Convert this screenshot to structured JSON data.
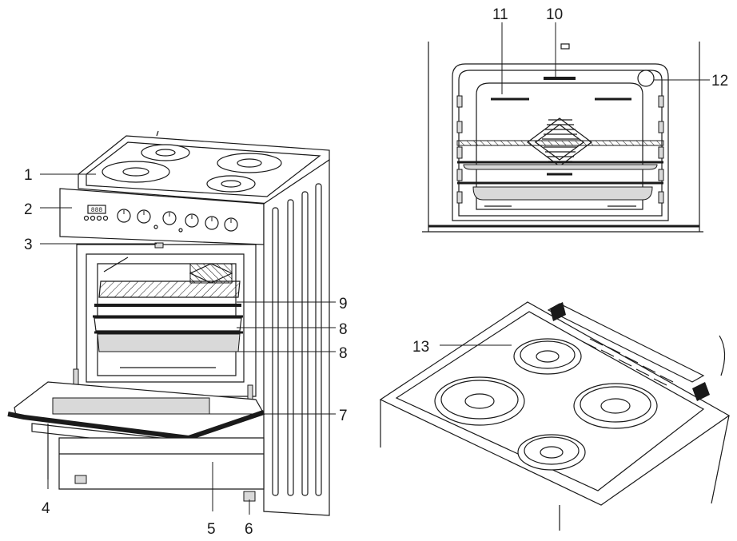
{
  "labels": {
    "l1": "1",
    "l2": "2",
    "l3": "3",
    "l4": "4",
    "l5": "5",
    "l6": "6",
    "l7": "7",
    "l8a": "8",
    "l8b": "8",
    "l9": "9",
    "l10": "10",
    "l11": "11",
    "l12": "12",
    "l13": "13"
  },
  "display_text": "888",
  "colors": {
    "line": "#1a1a1a",
    "fill_gray": "#d9d9d9",
    "background": "#ffffff"
  }
}
